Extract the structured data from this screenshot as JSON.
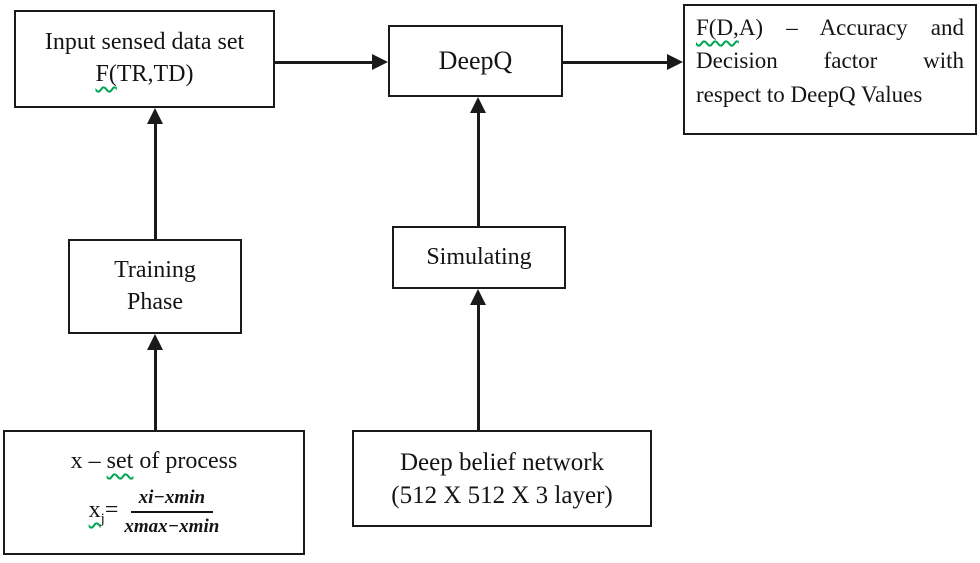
{
  "colors": {
    "background": "#ffffff",
    "box_border": "#1a1a1a",
    "text": "#141414",
    "spellcheck_squiggle": "#00a651"
  },
  "boxes": {
    "input_sensed": {
      "line1": "Input sensed data set",
      "line2_squiggle": "F(",
      "line2_rest": "TR,TD)"
    },
    "deepq": {
      "label": "DeepQ"
    },
    "accuracy": {
      "line1_squiggle": "F(D,",
      "line1_rest": "A) – Accuracy and",
      "line2": "Decision factor with",
      "line3": "respect to DeepQ Values"
    },
    "training": {
      "line1": "Training",
      "line2": "Phase"
    },
    "simulating": {
      "label": "Simulating"
    },
    "process": {
      "line1_pre": "x – ",
      "line1_squiggle": "set",
      "line1_post": " of process",
      "formula_var": "x",
      "formula_sub": "j",
      "formula_eq": "=",
      "numerator": "xi−xmin",
      "denominator": "xmax−xmin"
    },
    "dbn": {
      "line1": "Deep belief network",
      "line2": "(512 X 512 X 3 layer)"
    }
  }
}
